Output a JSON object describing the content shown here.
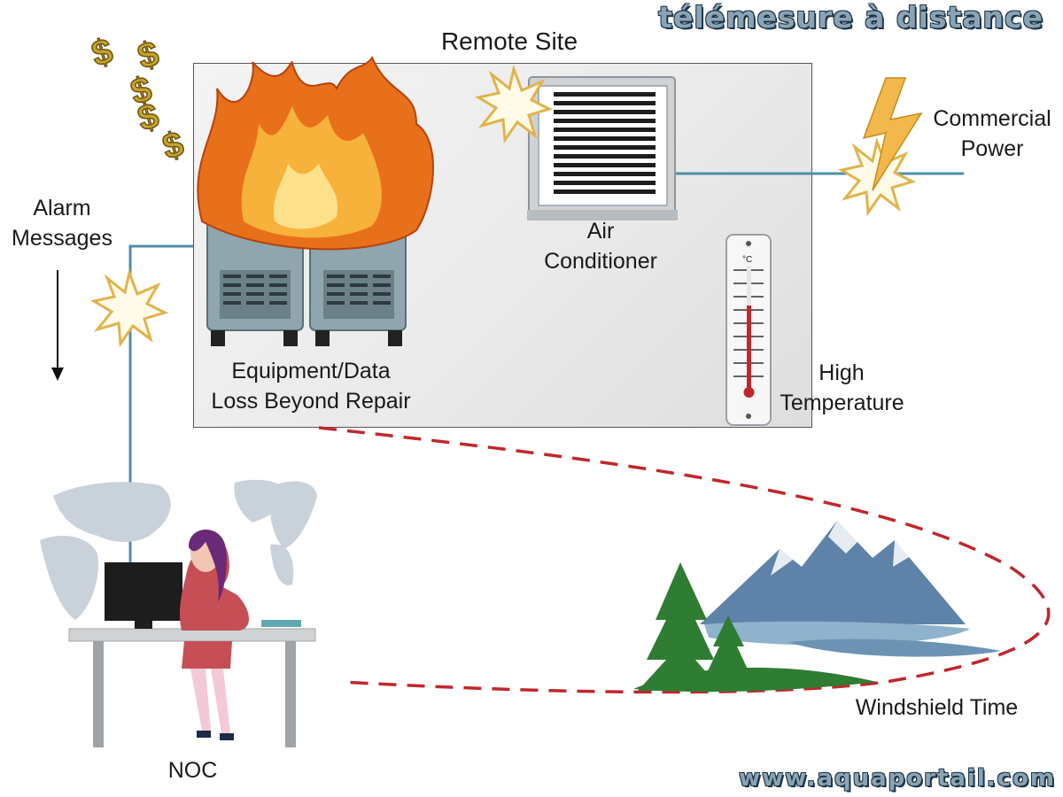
{
  "header": {
    "brand_title": "télémesure à distance"
  },
  "footer": {
    "brand_url": "www.aquaportail.com"
  },
  "diagram": {
    "site_title": "Remote Site",
    "labels": {
      "alarm_line1": "Alarm",
      "alarm_line2": "Messages",
      "equipment_line1": "Equipment/Data",
      "equipment_line2": "Loss Beyond Repair",
      "air_line1": "Air",
      "air_line2": "Conditioner",
      "power_line1": "Commercial",
      "power_line2": "Power",
      "temp_line1": "High",
      "temp_line2": "Temperature",
      "noc": "NOC",
      "windshield": "Windshield Time",
      "thermometer_unit": "°C",
      "dollar_sign": "$"
    },
    "colors": {
      "link_line": "#4d8fa6",
      "dashed_path": "#c0272d",
      "fire_outer": "#e8701a",
      "fire_inner": "#f6b23a",
      "server": "#8fa6ae",
      "mountain": "#5e82a8",
      "tree": "#2e7d32",
      "lightning": "#f2b84b",
      "dollar": "#c8a32a"
    }
  }
}
